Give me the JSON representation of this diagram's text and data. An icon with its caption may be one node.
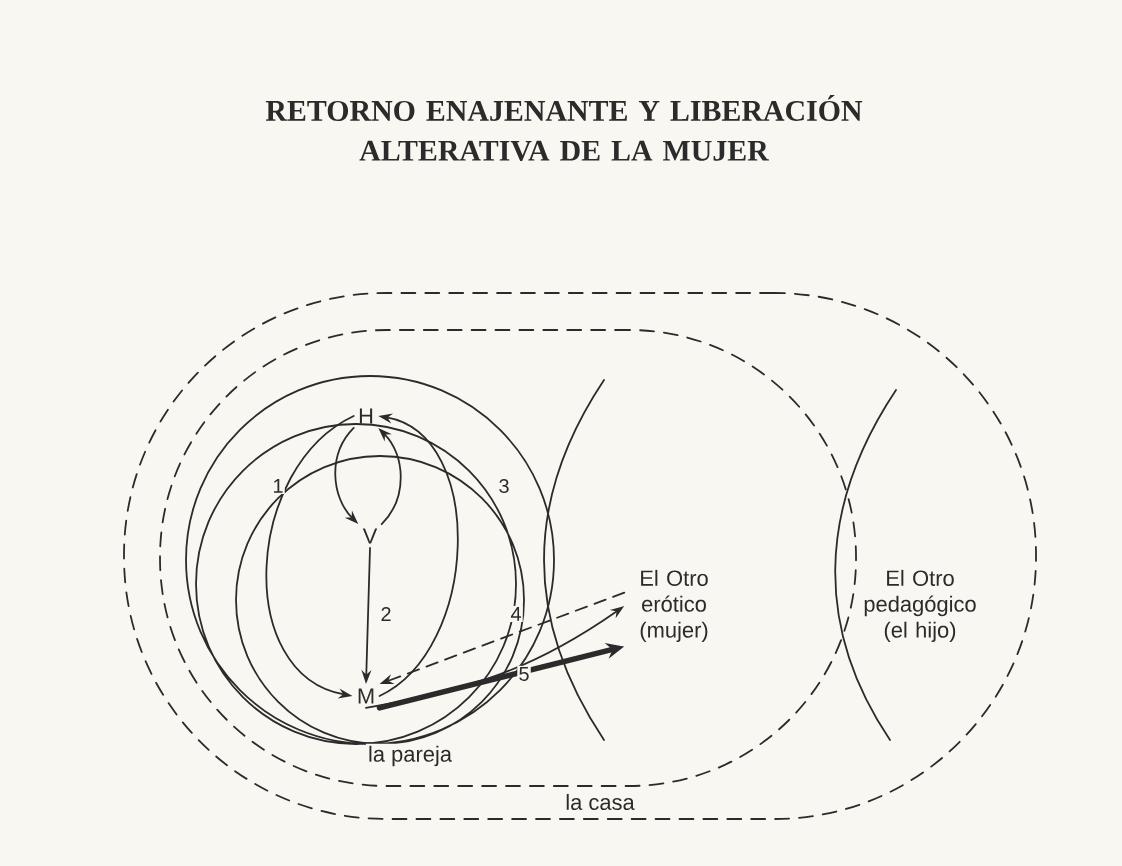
{
  "diagram": {
    "title": "RETORNO ENAJENANTE Y LIBERACIÓN ALTERATIVA DE LA MUJER",
    "nodes": [
      {
        "text": [
          "la casa"
        ]
      },
      {
        "text": [
          "la pareja"
        ],
        "in": 0
      },
      {
        "text": [
          "H"
        ],
        "in": 1
      },
      {
        "text": [
          "V"
        ],
        "in": 1
      },
      {
        "text": [
          "M"
        ],
        "in": 1
      },
      {
        "text": [
          "El Otro erótico (mujer)"
        ],
        "in": 1
      },
      {
        "text": [
          "El Otro pedagógico (el hijo)"
        ],
        "in": 0
      }
    ],
    "edges": [
      {
        "from": 2,
        "to": 4,
        "arrow": "to",
        "label": "1"
      },
      {
        "from": 2,
        "to": 3,
        "arrow": "to"
      },
      {
        "from": 3,
        "to": 4,
        "arrow": "to",
        "label": "2"
      },
      {
        "from": 4,
        "to": 2,
        "arrow": "to",
        "label": "3"
      },
      {
        "from": 3,
        "to": 2,
        "arrow": "to"
      },
      {
        "from": 5,
        "to": 4,
        "arrow": "to",
        "label": "4",
        "style": "dashed"
      },
      {
        "from": 4,
        "to": 5,
        "arrow": "to",
        "label": "5",
        "style": "thick"
      },
      {
        "from": 4,
        "to": 5,
        "arrow": "to"
      }
    ]
  }
}
